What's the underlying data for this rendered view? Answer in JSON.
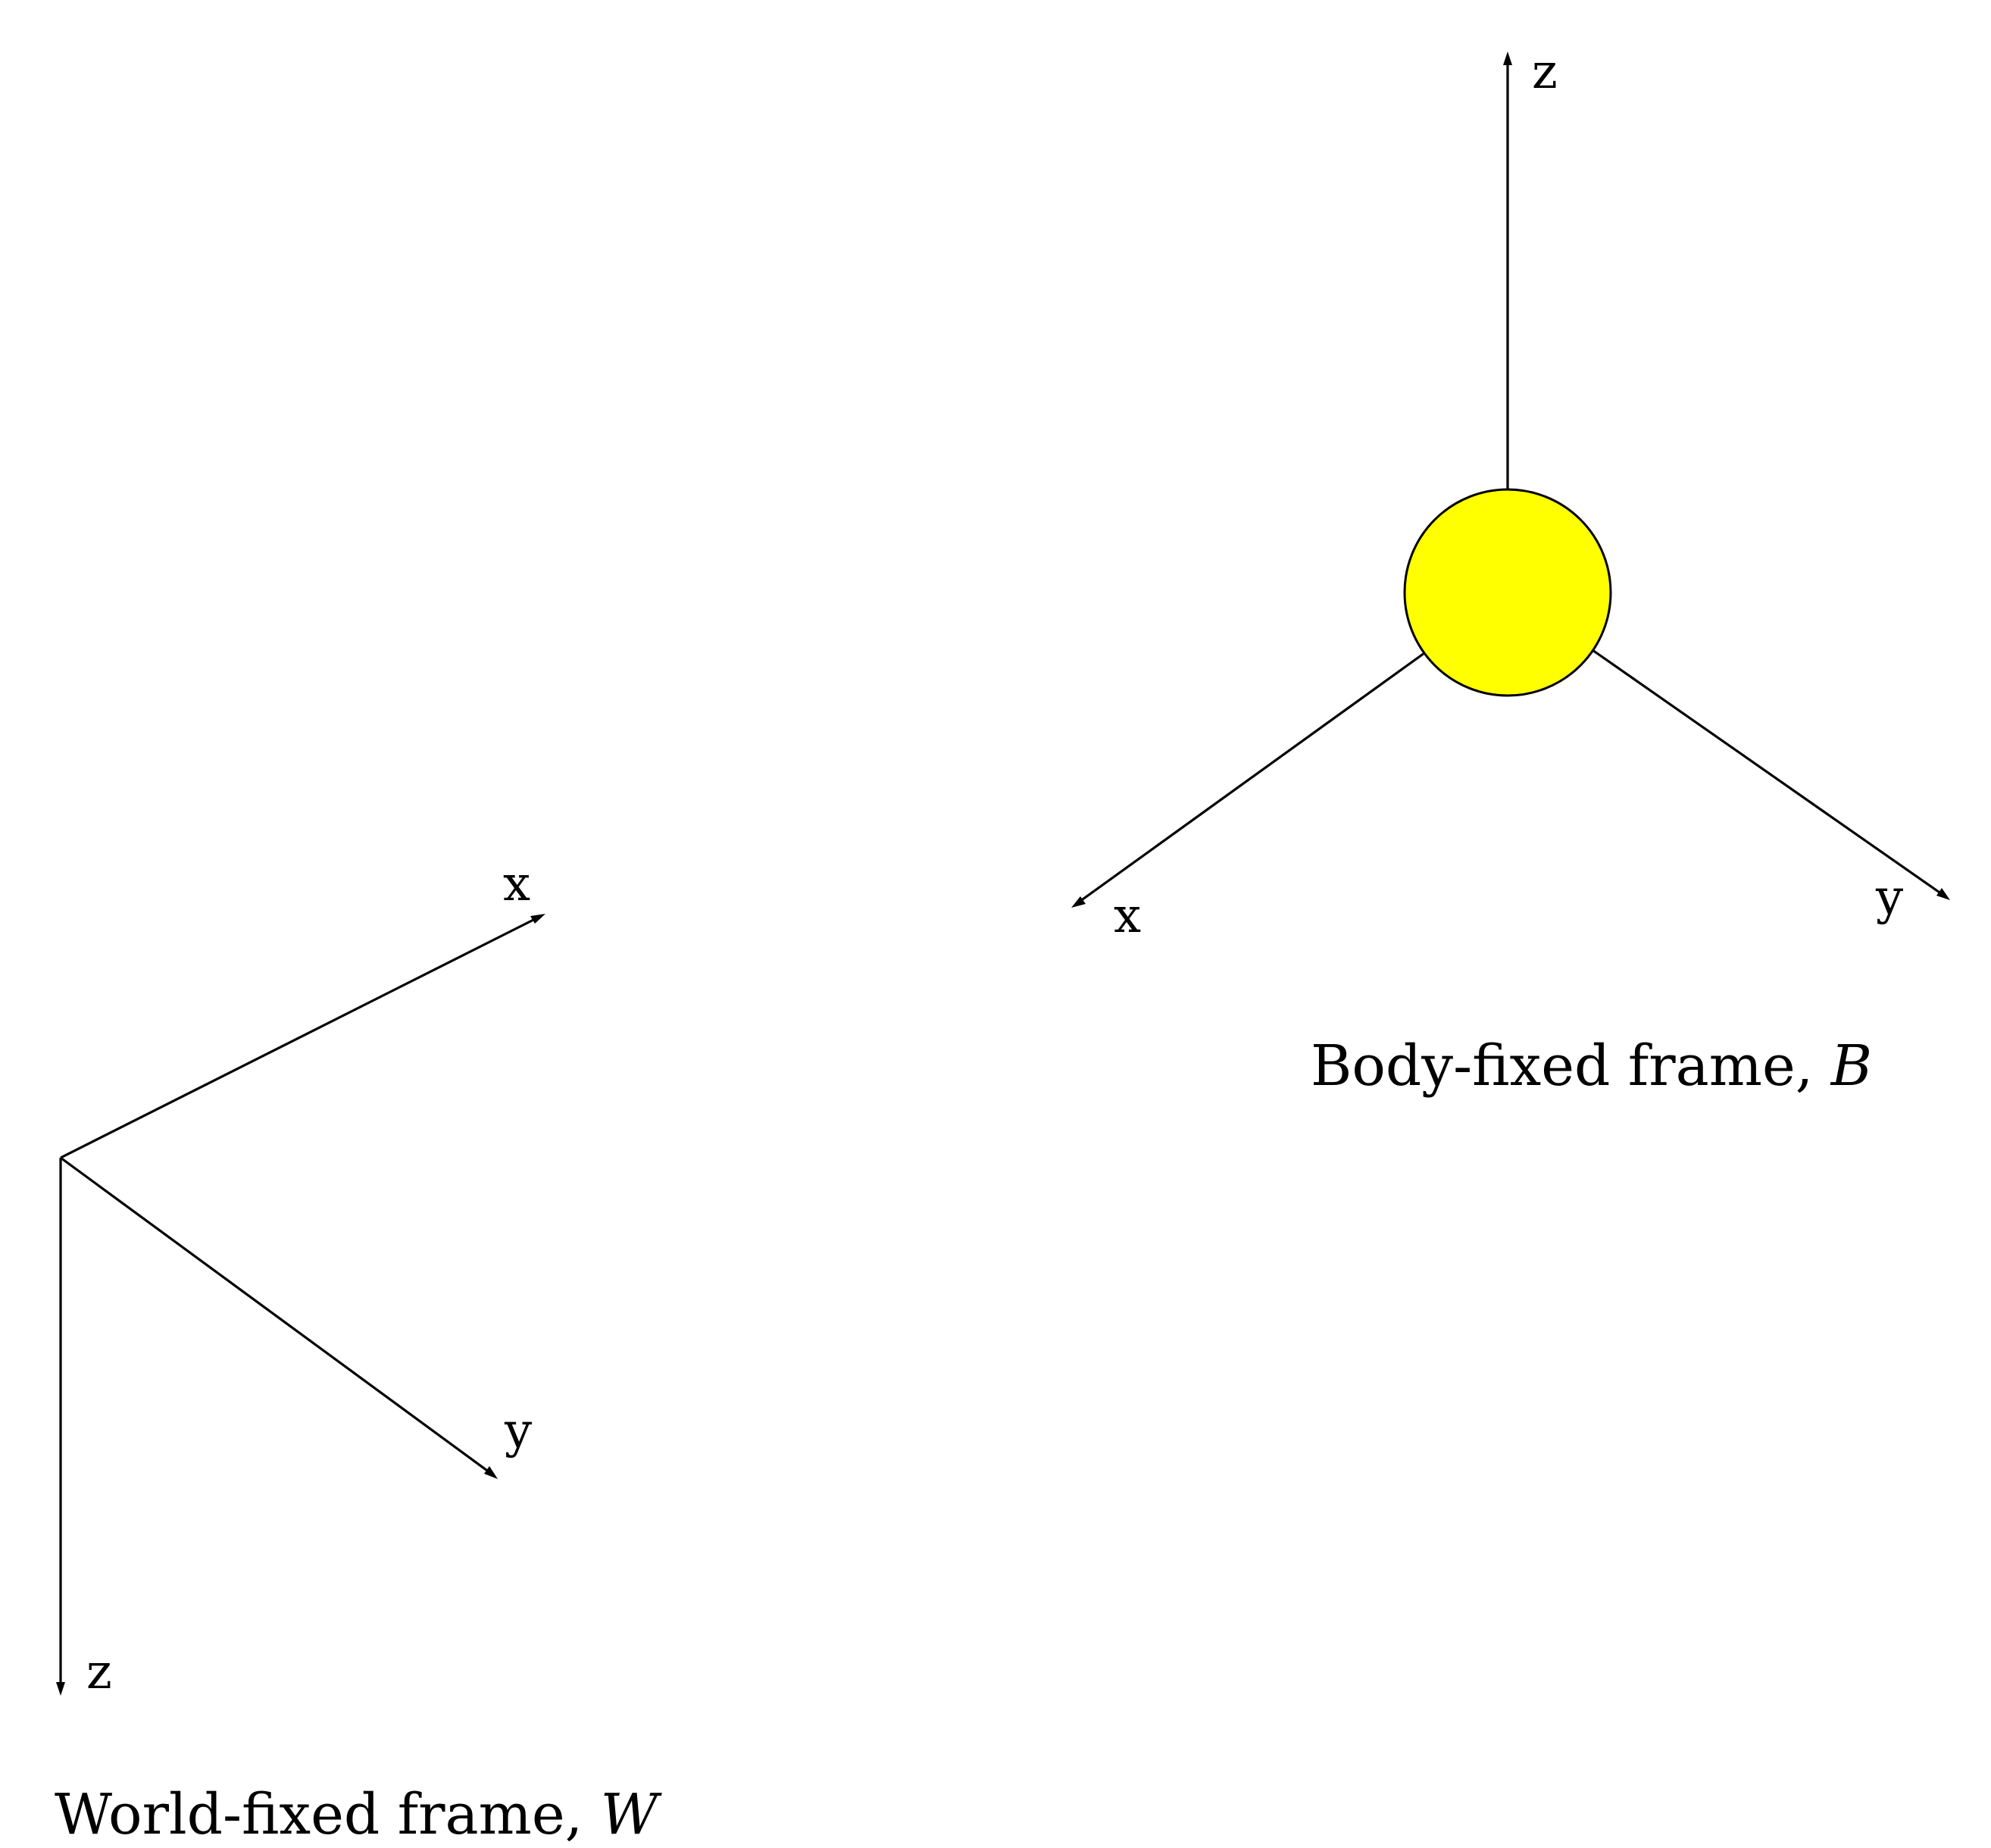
{
  "colors": {
    "background": "#ffffff",
    "ink": "#000000",
    "body": "#ffff00"
  },
  "world_frame": {
    "caption_text": "World-fixed frame, ",
    "caption_symbol": "W",
    "axes": {
      "x": "x",
      "y": "y",
      "z": "z"
    }
  },
  "body_frame": {
    "caption_text": "Body-fixed frame, ",
    "caption_symbol": "B",
    "axes": {
      "x": "x",
      "y": "y",
      "z": "z"
    }
  }
}
